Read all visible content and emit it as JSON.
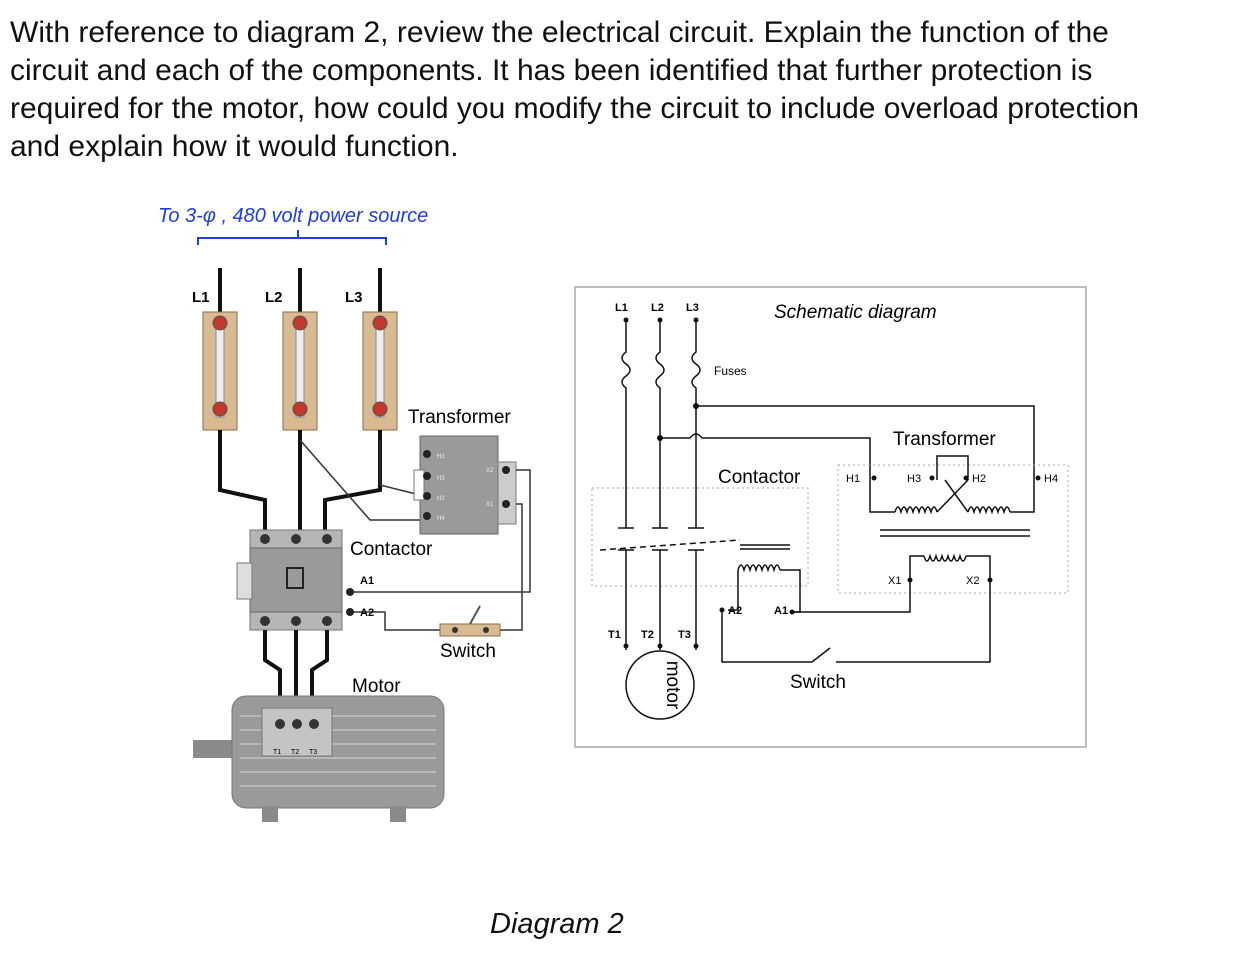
{
  "question": {
    "lines": [
      "With reference to diagram 2, review the electrical circuit. Explain the function of the",
      "circuit and each of the components.  It has been identified that further protection is",
      "required for the motor, how could you modify the circuit to include overload protection",
      "and explain how it would function."
    ]
  },
  "pictorial": {
    "source_label": "To 3-φ , 480 volt power source",
    "lines": [
      "L1",
      "L2",
      "L3"
    ],
    "transformer_label": "Transformer",
    "contactor_label": "Contactor",
    "a1": "A1",
    "a2": "A2",
    "switch_label": "Switch",
    "motor_label": "Motor",
    "motor_terminals": [
      "T1",
      "T2",
      "T3"
    ],
    "transformer_pins_left": [
      "H1",
      "H3",
      "H2",
      "H4"
    ],
    "transformer_pins_right": [
      "X2",
      "X1"
    ]
  },
  "schematic": {
    "title": "Schematic diagram",
    "lines": [
      "L1",
      "L2",
      "L3"
    ],
    "fuses": "Fuses",
    "contactor": "Contactor",
    "transformer": "Transformer",
    "h1": "H1",
    "h3": "H3",
    "h2": "H2",
    "h4": "H4",
    "x1": "X1",
    "x2": "X2",
    "a2": "A2",
    "a1": "A1",
    "t1": "T1",
    "t2": "T2",
    "t3": "T3",
    "motor": "motor",
    "switch": "Switch"
  },
  "caption": "Diagram 2",
  "colors": {
    "label_blue": "#1f3fd6",
    "fuse_block": "#d9bb93",
    "terminal_red": "#c0392b",
    "device_gray": "#9a9a9a",
    "frame_gray": "#bdbdbd"
  }
}
